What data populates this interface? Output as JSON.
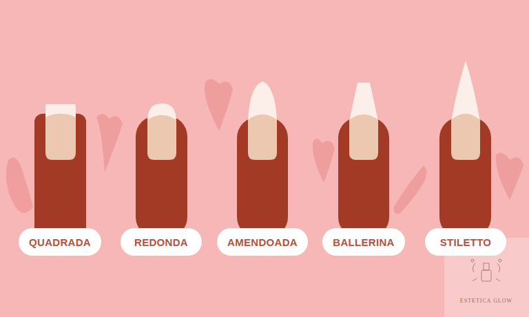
{
  "diagram": {
    "nodes": [
      {
        "text": [
          "QUADRADA"
        ]
      },
      {
        "text": [
          "REDONDA"
        ]
      },
      {
        "text": [
          "AMENDOADA"
        ]
      },
      {
        "text": [
          "BALLERINA"
        ]
      },
      {
        "text": [
          "STILETTO"
        ]
      }
    ],
    "labels": [
      "ESTETICA GLOW"
    ]
  }
}
